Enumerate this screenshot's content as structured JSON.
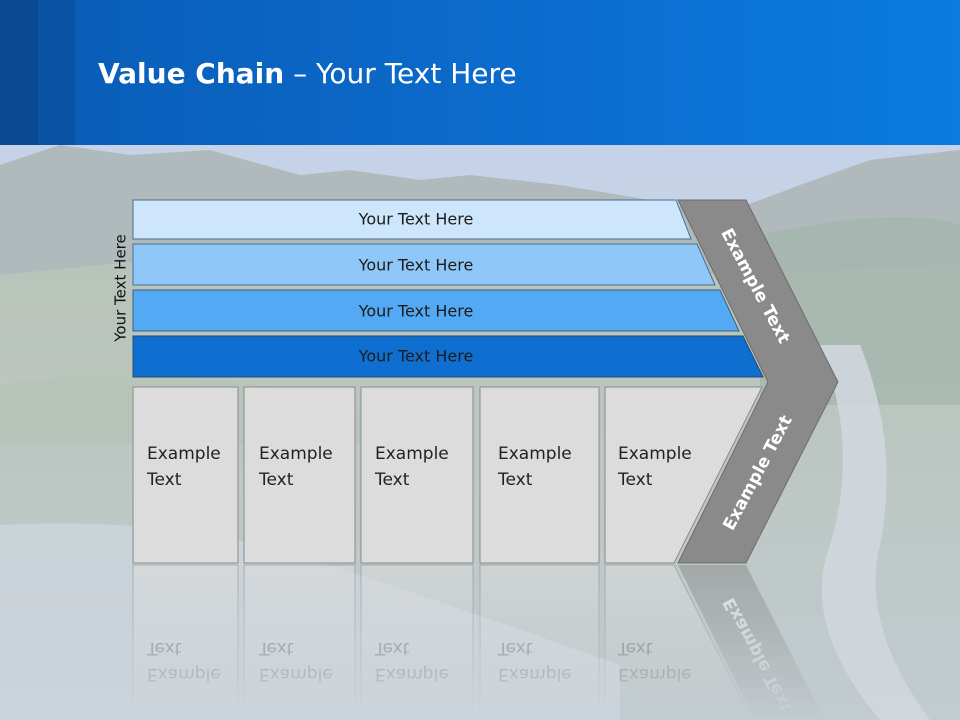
{
  "slide": {
    "title_bold": "Value Chain",
    "title_rest": " – Your Text Here"
  },
  "side_label": "Your Text Here",
  "bars": [
    {
      "label": "Your Text Here",
      "color": "#cde6fb"
    },
    {
      "label": "Your Text Here",
      "color": "#8fc8f8"
    },
    {
      "label": "Your Text Here",
      "color": "#53a9f3"
    },
    {
      "label": "Your Text Here",
      "color": "#0f6fd0"
    }
  ],
  "boxes": [
    {
      "line1": "Example",
      "line2": "Text"
    },
    {
      "line1": "Example",
      "line2": "Text"
    },
    {
      "line1": "Example",
      "line2": "Text"
    },
    {
      "line1": "Example",
      "line2": "Text"
    },
    {
      "line1": "Example",
      "line2": "Text"
    }
  ],
  "chevron": {
    "upper_label": "Example Text",
    "lower_label": "Example Text",
    "color": "#8a8a8a"
  },
  "colors": {
    "header": "#0b6ccd",
    "box_fill": "#dcdcdc"
  }
}
